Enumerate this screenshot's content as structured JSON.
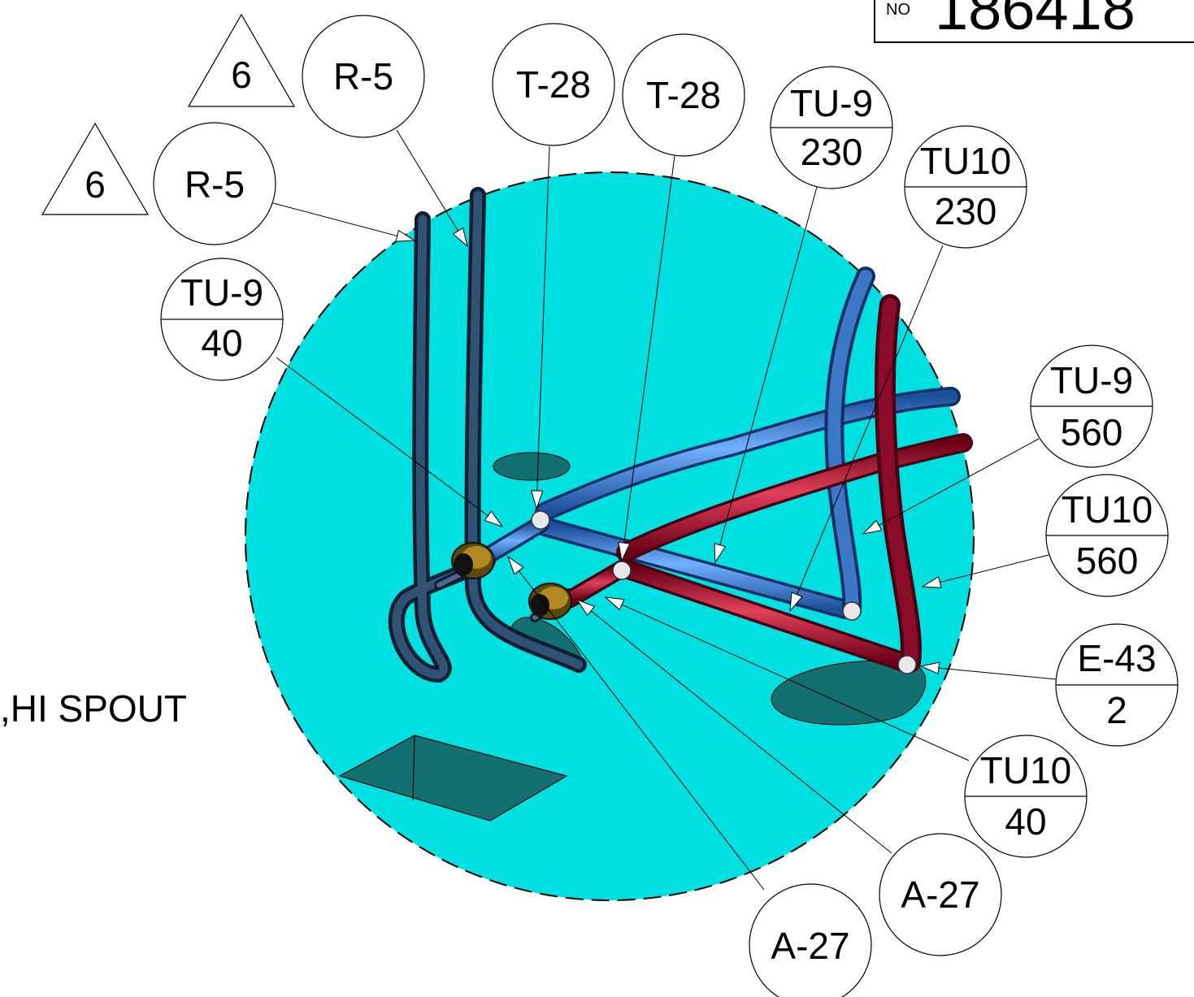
{
  "drawing_number": {
    "prefix": "NO",
    "value": "186418"
  },
  "view_label": ",HI SPOUT",
  "colors": {
    "detail_fill": "#00e0e0",
    "shadow": "#137070",
    "hot_line": "#b01535",
    "cold_line": "#3878c8",
    "drain_line": "#24405e",
    "fitting": "#b08a20"
  },
  "revision_triangles": [
    {
      "text": "6"
    },
    {
      "text": "6"
    }
  ],
  "balloons": [
    {
      "top": "R-5",
      "bottom": ""
    },
    {
      "top": "R-5",
      "bottom": ""
    },
    {
      "top": "T-28",
      "bottom": ""
    },
    {
      "top": "T-28",
      "bottom": ""
    },
    {
      "top": "TU-9",
      "bottom": "230"
    },
    {
      "top": "TU10",
      "bottom": "230"
    },
    {
      "top": "TU-9",
      "bottom": "40"
    },
    {
      "top": "TU-9",
      "bottom": "560"
    },
    {
      "top": "TU10",
      "bottom": "560"
    },
    {
      "top": "E-43",
      "bottom": "2"
    },
    {
      "top": "TU10",
      "bottom": "40"
    },
    {
      "top": "A-27",
      "bottom": ""
    },
    {
      "top": "A-27",
      "bottom": ""
    }
  ]
}
